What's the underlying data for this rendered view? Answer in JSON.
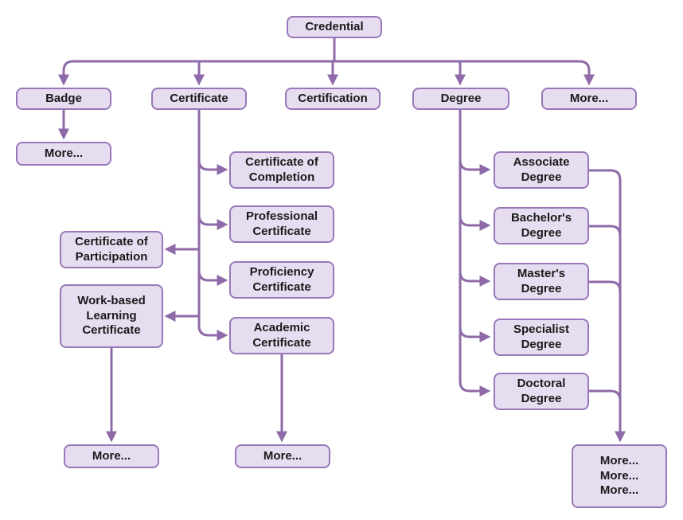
{
  "colors": {
    "node_fill": "#e7ddf1",
    "node_border": "#9878b8",
    "connector": "#8e6ba8",
    "text": "#1a1a1a",
    "background": "#ffffff"
  },
  "nodes": {
    "credential": {
      "label": "Credential"
    },
    "badge": {
      "label": "Badge"
    },
    "certificate": {
      "label": "Certificate"
    },
    "certification": {
      "label": "Certification"
    },
    "degree": {
      "label": "Degree"
    },
    "top_more": {
      "label": "More..."
    },
    "badge_more": {
      "label": "More..."
    },
    "certificate_of_completion": {
      "label": "Certificate of Completion"
    },
    "professional_certificate": {
      "label": "Professional Certificate"
    },
    "certificate_of_participation": {
      "label": "Certificate of Participation"
    },
    "proficiency_certificate": {
      "label": "Proficiency Certificate"
    },
    "work_based_learning_certificate": {
      "label": "Work-based Learning Certificate"
    },
    "academic_certificate": {
      "label": "Academic Certificate"
    },
    "work_based_more": {
      "label": "More..."
    },
    "academic_more": {
      "label": "More..."
    },
    "associate_degree": {
      "label": "Associate Degree"
    },
    "bachelors_degree": {
      "label": "Bachelor's Degree"
    },
    "masters_degree": {
      "label": "Master's Degree"
    },
    "specialist_degree": {
      "label": "Specialist Degree"
    },
    "doctoral_degree": {
      "label": "Doctoral Degree"
    },
    "degree_more": {
      "label": "More...\nMore...\nMore..."
    }
  }
}
